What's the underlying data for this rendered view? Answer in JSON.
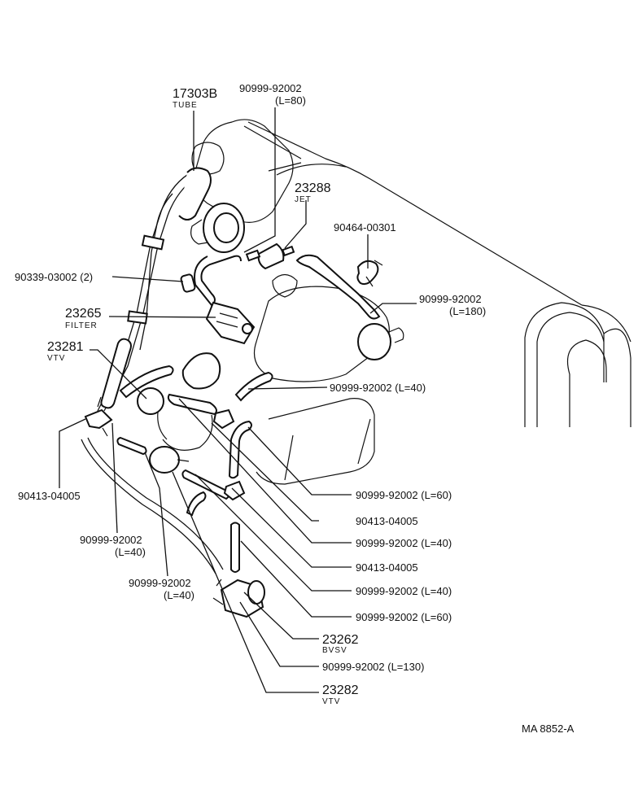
{
  "labels": {
    "tube_no": "17303B",
    "tube_name": "TUBE",
    "hose_top_no": "90999-92002",
    "hose_top_len": "(L=80)",
    "jet_no": "23288",
    "jet_name": "JET",
    "clip_no": "90464-00301",
    "plug_no": "90339-03002 (2)",
    "hose_180_no": "90999-92002",
    "hose_180_len": "(L=180)",
    "filter_no": "23265",
    "filter_name": "FILTER",
    "vtv_left_no": "23281",
    "vtv_left_name": "VTV",
    "hose_40_a": "90999-92002 (L=40)",
    "tee_left_no": "90413-04005",
    "hose_60_a": "90999-92002 (L=60)",
    "tee_mid_a": "90413-04005",
    "hose_40_b": "90999-92002 (L=40)",
    "tee_mid_b": "90413-04005",
    "hose_40_left_no": "90999-92002",
    "hose_40_left_len": "(L=40)",
    "hose_40_c": "90999-92002 (L=40)",
    "hose_40_mid_no": "90999-92002",
    "hose_40_mid_len": "(L=40)",
    "hose_60_b": "90999-92002 (L=60)",
    "bvsv_no": "23262",
    "bvsv_name": "BVSV",
    "hose_130": "90999-92002 (L=130)",
    "vtv_bottom_no": "23282",
    "vtv_bottom_name": "VTV",
    "figure_code": "MA  8852-A"
  }
}
